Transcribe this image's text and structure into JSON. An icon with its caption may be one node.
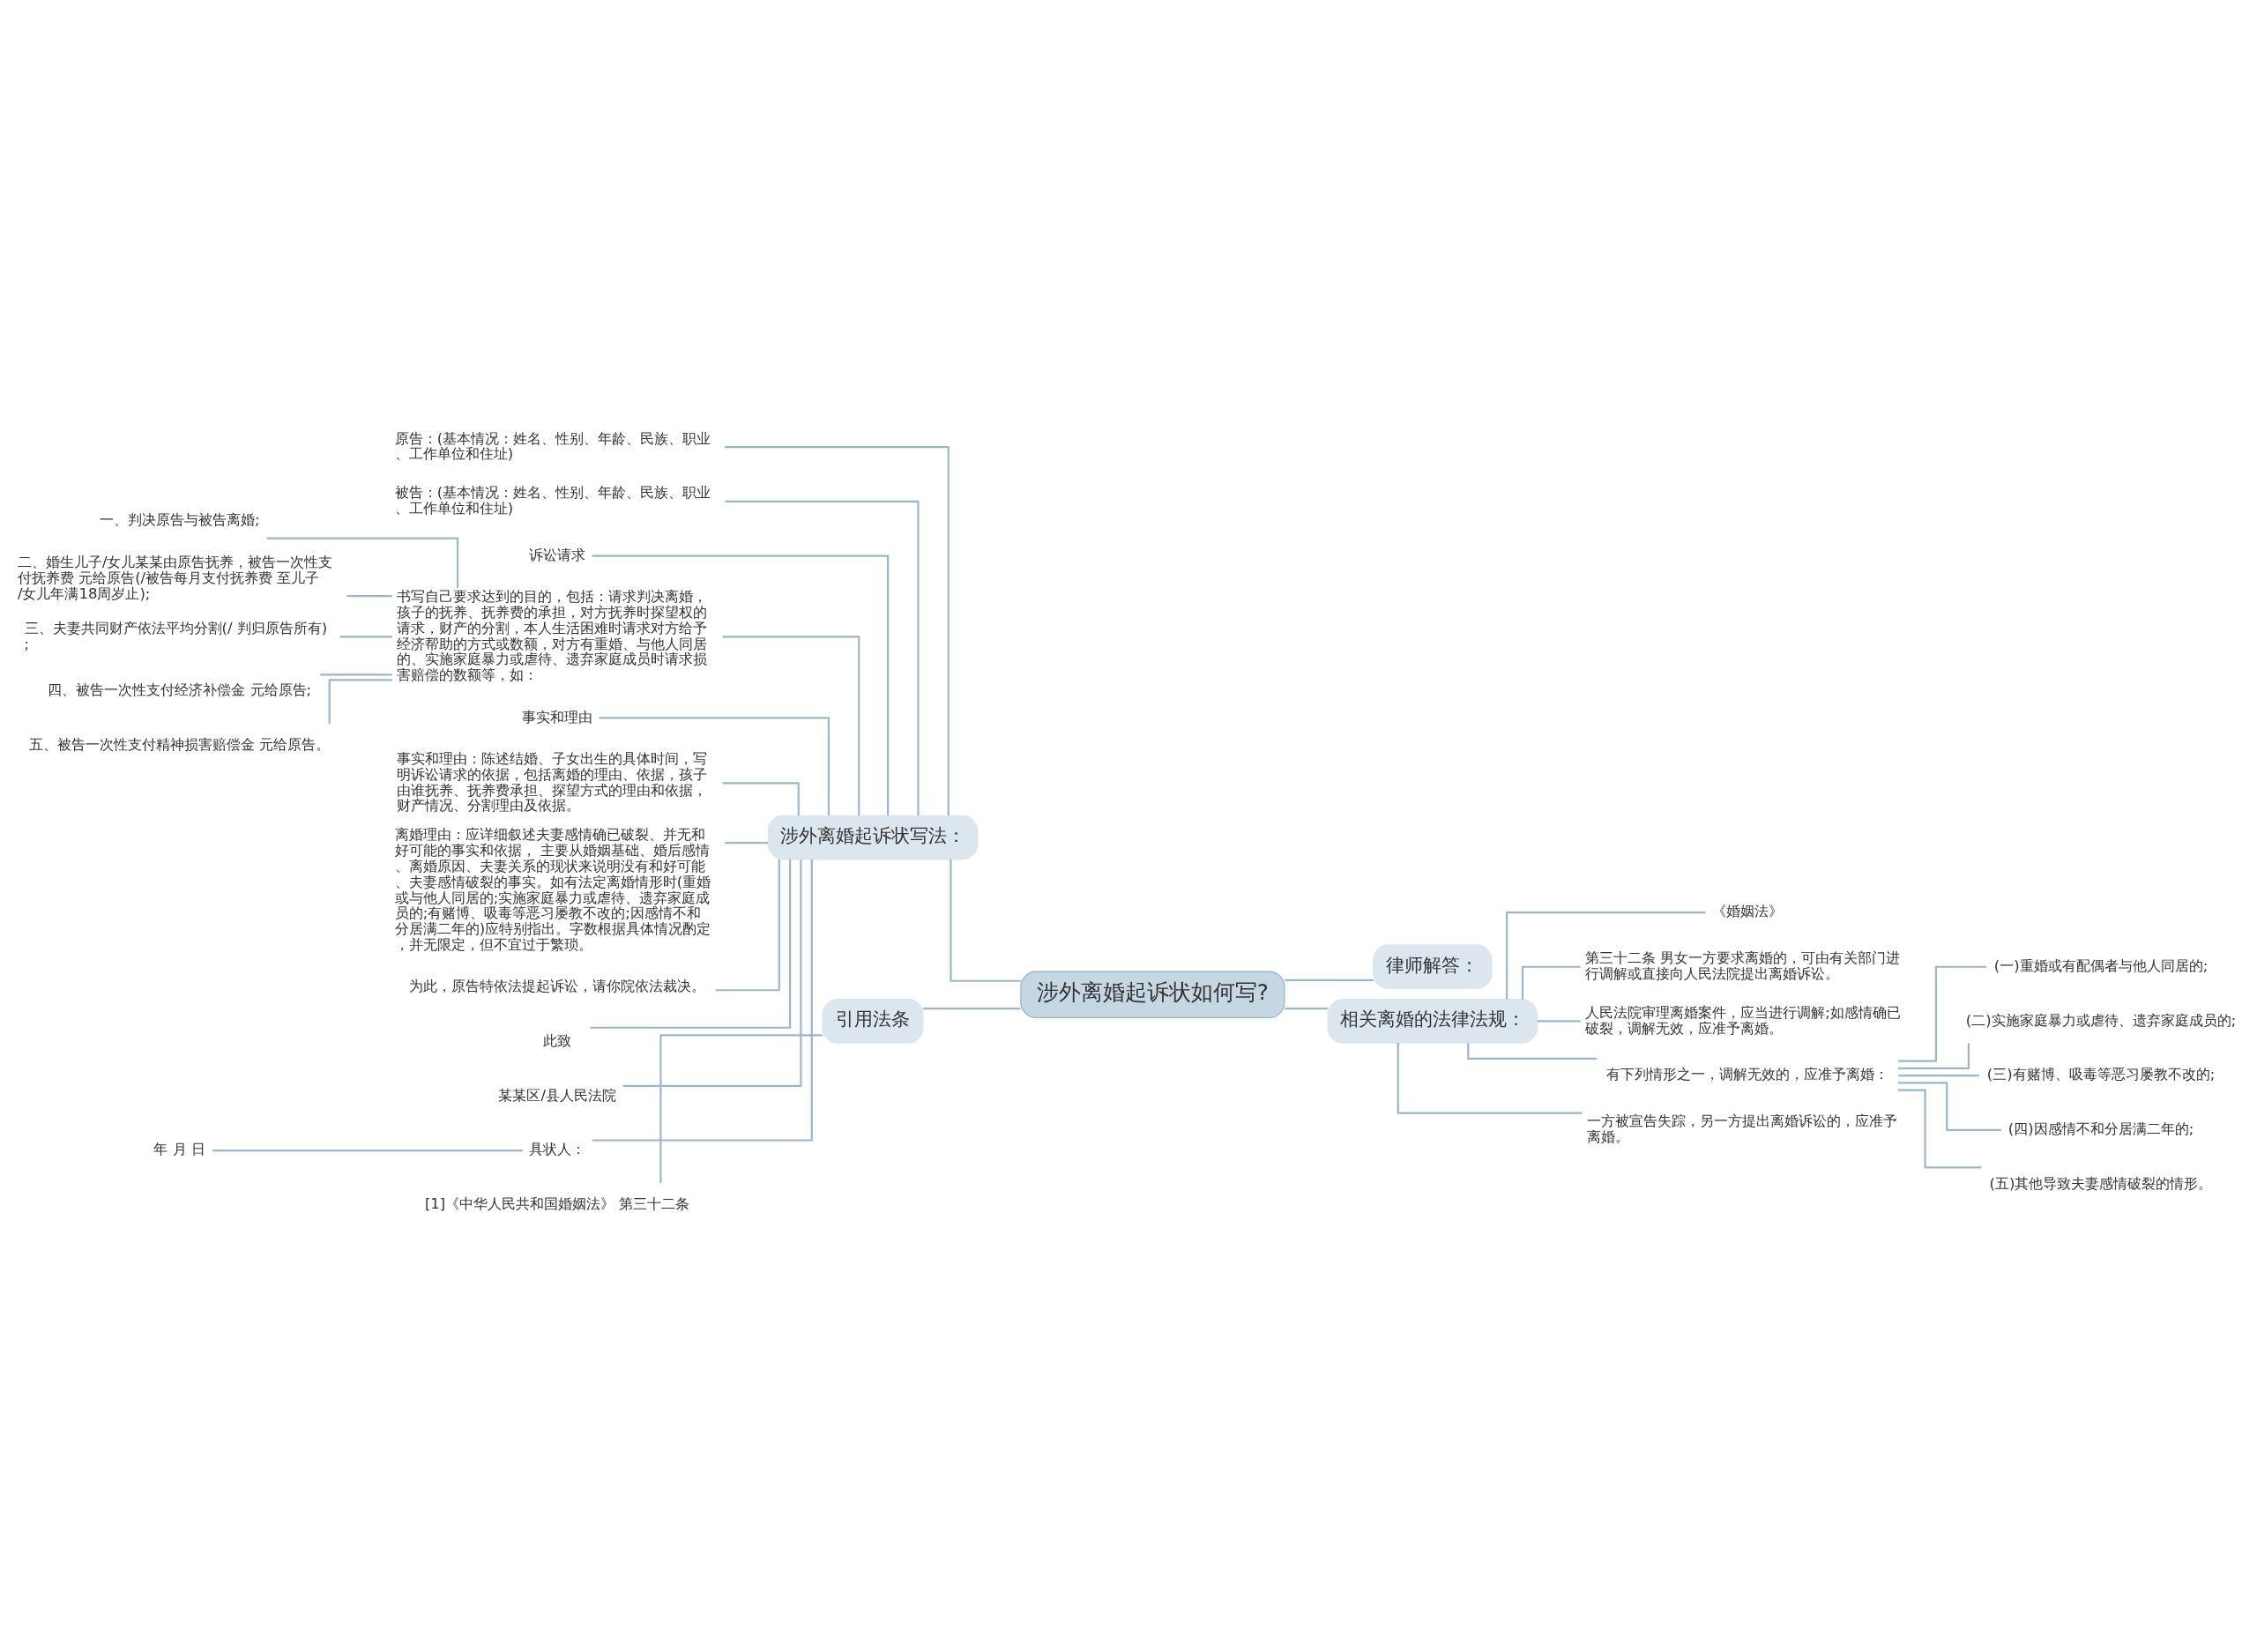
{
  "diagram": {
    "nodes": [
      {
        "text": [
          "涉外离婚起诉状如何写?"
        ]
      },
      {
        "text": [
          "涉外离婚起诉状写法："
        ]
      },
      {
        "text": [
          "原告：(基本情况：姓名、性别、年龄、民族、职业、工作单位和住址)"
        ]
      },
      {
        "text": [
          "被告：(基本情况：姓名、性别、年龄、民族、职业、工作单位和住址)"
        ]
      },
      {
        "text": [
          "诉讼请求"
        ]
      },
      {
        "text": [
          "书写自己要求达到的目的，包括：请求判决离婚，孩子的抚养、抚养费的承担，对方抚养时探望权的请求，财产的分割，本人生活困难时请求对方给予经济帮助的方式或数额，对方有重婚、与他人同居的、实施家庭暴力或虐待、遗弃家庭成员时请求损害赔偿的数额等，如："
        ]
      },
      {
        "text": [
          "一、判决原告与被告离婚;"
        ]
      },
      {
        "text": [
          "二、婚生儿子/女儿某某由原告抚养，被告一次性支付抚养费 元给原告(/被告每月支付抚养费 至儿子/女儿年满18周岁止);"
        ]
      },
      {
        "text": [
          "三、夫妻共同财产依法平均分割(/ 判归原告所有);"
        ]
      },
      {
        "text": [
          "四、被告一次性支付经济补偿金 元给原告;"
        ]
      },
      {
        "text": [
          "五、被告一次性支付精神损害赔偿金 元给原告。"
        ]
      },
      {
        "text": [
          "事实和理由"
        ]
      },
      {
        "text": [
          "事实和理由：陈述结婚、子女出生的具体时间，写明诉讼请求的依据，包括离婚的理由、依据，孩子由谁抚养、抚养费承担、探望方式的理由和依据，财产情况、分割理由及依据。"
        ]
      },
      {
        "text": [
          "离婚理由：应详细叙述夫妻感情确已破裂、并无和好可能的事实和依据， 主要从婚姻基础、婚后感情、离婚原因、夫妻关系的现状来说明没有和好可能、夫妻感情破裂的事实。如有法定离婚情形时(重婚或与他人同居的;实施家庭暴力或虐待、遗弃家庭成员的;有赌博、吸毒等恶习屡教不改的;因感情不和分居满二年的)应特别指出。字数根据具体情况酌定，并无限定，但不宜过于繁琐。"
        ]
      },
      {
        "text": [
          "为此，原告特依法提起诉讼，请你院依法裁决。"
        ]
      },
      {
        "text": [
          "此致"
        ]
      },
      {
        "text": [
          "某某区/县人民法院"
        ]
      },
      {
        "text": [
          "具状人："
        ]
      },
      {
        "text": [
          "年 月 日"
        ]
      },
      {
        "text": [
          "引用法条"
        ]
      },
      {
        "text": [
          "[1]《中华人民共和国婚姻法》 第三十二条"
        ]
      },
      {
        "text": [
          "律师解答："
        ]
      },
      {
        "text": [
          "相关离婚的法律法规："
        ]
      },
      {
        "text": [
          "《婚姻法》"
        ]
      },
      {
        "text": [
          "第三十二条 男女一方要求离婚的，可由有关部门进行调解或直接向人民法院提出离婚诉讼。"
        ]
      },
      {
        "text": [
          "人民法院审理离婚案件，应当进行调解;如感情确已破裂，调解无效，应准予离婚。"
        ]
      },
      {
        "text": [
          "有下列情形之一，调解无效的，应准予离婚："
        ]
      },
      {
        "text": [
          "(一)重婚或有配偶者与他人同居的;"
        ]
      },
      {
        "text": [
          "(二)实施家庭暴力或虐待、遗弃家庭成员的;"
        ]
      },
      {
        "text": [
          "(三)有赌博、吸毒等恶习屡教不改的;"
        ]
      },
      {
        "text": [
          "(四)因感情不和分居满二年的;"
        ]
      },
      {
        "text": [
          "(五)其他导致夫妻感情破裂的情形。"
        ]
      },
      {
        "text": [
          "一方被宣告失踪，另一方提出离婚诉讼的，应准予离婚。"
        ]
      }
    ],
    "edges": [
      {
        "from": 0,
        "to": 1,
        "arrow": "none"
      },
      {
        "from": 1,
        "to": 2,
        "arrow": "none"
      },
      {
        "from": 1,
        "to": 3,
        "arrow": "none"
      },
      {
        "from": 1,
        "to": 4,
        "arrow": "none"
      },
      {
        "from": 1,
        "to": 5,
        "arrow": "none"
      },
      {
        "from": 5,
        "to": 6,
        "arrow": "none"
      },
      {
        "from": 5,
        "to": 7,
        "arrow": "none"
      },
      {
        "from": 5,
        "to": 8,
        "arrow": "none"
      },
      {
        "from": 5,
        "to": 9,
        "arrow": "none"
      },
      {
        "from": 5,
        "to": 10,
        "arrow": "none"
      },
      {
        "from": 1,
        "to": 11,
        "arrow": "none"
      },
      {
        "from": 1,
        "to": 12,
        "arrow": "none"
      },
      {
        "from": 1,
        "to": 13,
        "arrow": "none"
      },
      {
        "from": 1,
        "to": 14,
        "arrow": "none"
      },
      {
        "from": 1,
        "to": 15,
        "arrow": "none"
      },
      {
        "from": 1,
        "to": 16,
        "arrow": "none"
      },
      {
        "from": 1,
        "to": 17,
        "arrow": "none"
      },
      {
        "from": 17,
        "to": 18,
        "arrow": "none"
      },
      {
        "from": 0,
        "to": 19,
        "arrow": "none"
      },
      {
        "from": 19,
        "to": 20,
        "arrow": "none"
      },
      {
        "from": 0,
        "to": 21,
        "arrow": "none"
      },
      {
        "from": 0,
        "to": 22,
        "arrow": "none"
      },
      {
        "from": 22,
        "to": 23,
        "arrow": "none"
      },
      {
        "from": 22,
        "to": 24,
        "arrow": "none"
      },
      {
        "from": 22,
        "to": 25,
        "arrow": "none"
      },
      {
        "from": 22,
        "to": 26,
        "arrow": "none"
      },
      {
        "from": 26,
        "to": 27,
        "arrow": "none"
      },
      {
        "from": 26,
        "to": 28,
        "arrow": "none"
      },
      {
        "from": 26,
        "to": 29,
        "arrow": "none"
      },
      {
        "from": 26,
        "to": 30,
        "arrow": "none"
      },
      {
        "from": 26,
        "to": 31,
        "arrow": "none"
      },
      {
        "from": 22,
        "to": 32,
        "arrow": "none"
      }
    ]
  }
}
